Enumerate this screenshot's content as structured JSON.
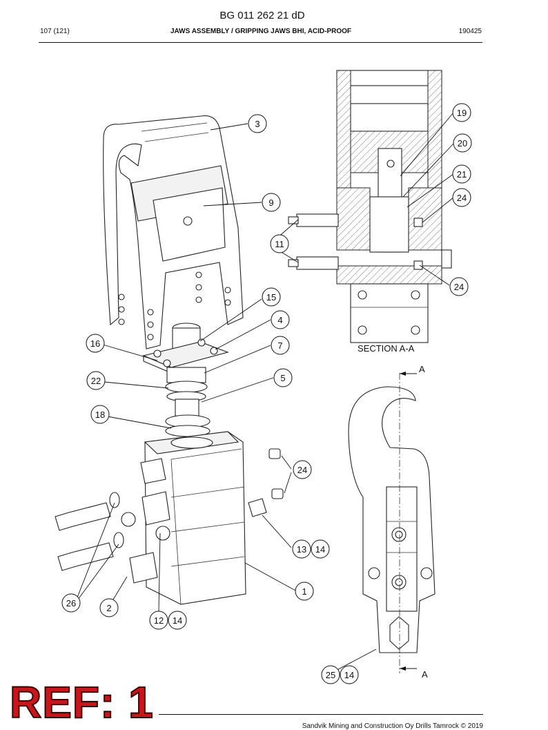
{
  "header": {
    "doc_number": "BG 011 262 21 dD",
    "page": "107 (121)",
    "title": "JAWS ASSEMBLY / GRIPPING JAWS BHI, ACID-PROOF",
    "date": "190425"
  },
  "drawing": {
    "section_label": "SECTION A-A",
    "section_markers": [
      "A",
      "A"
    ],
    "callouts": {
      "c1": "1",
      "c2": "2",
      "c3": "3",
      "c4": "4",
      "c5": "5",
      "c7": "7",
      "c9": "9",
      "c11": "11",
      "c12": "12",
      "c13": "13",
      "c14a": "14",
      "c14b": "14",
      "c14c": "14",
      "c15": "15",
      "c16": "16",
      "c18": "18",
      "c19": "19",
      "c20": "20",
      "c21": "21",
      "c22": "22",
      "c24a": "24",
      "c24b": "24",
      "c24c": "24",
      "c25": "25",
      "c26": "26"
    }
  },
  "footer": {
    "text": "Sandvik Mining and Construction Oy Drills Tamrock © 2019"
  },
  "stamp": {
    "text": "REF: 1"
  }
}
